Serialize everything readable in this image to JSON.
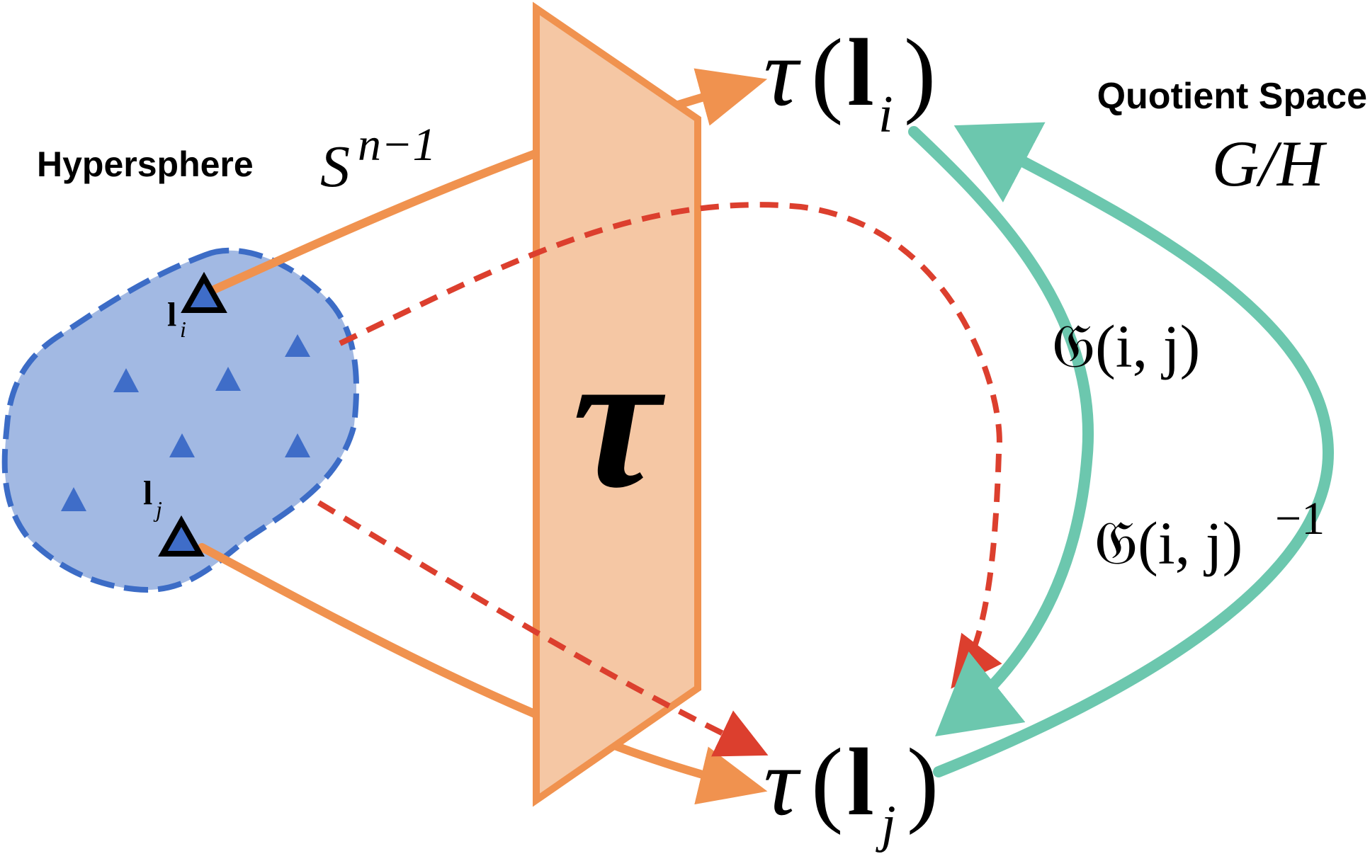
{
  "colors": {
    "blob_fill": "#a2b9e3",
    "blob_border": "#3c6cc6",
    "triangle": "#3f6dc8",
    "orange": "#f0924f",
    "plane_fill": "#f5c7a4",
    "red": "#dc3f2e",
    "teal": "#6cc7ae",
    "text": "#000000"
  },
  "icons": {
    "point": "triangle-outline-icon",
    "scatter": "triangle-filled-icon"
  },
  "hypersphere": {
    "label": "Hypersphere",
    "symbol": "S",
    "superscript": "n−1"
  },
  "points": {
    "li_base": "l",
    "li_sub": "i",
    "lj_base": "l",
    "lj_sub": "j"
  },
  "tau_map": {
    "symbol": "τ"
  },
  "outputs": {
    "tau_li": {
      "tau": "τ",
      "open": "(",
      "base": "l",
      "sub": "i",
      "close": ")"
    },
    "tau_lj": {
      "tau": "τ",
      "open": "(",
      "base": "l",
      "sub": "j",
      "close": ")"
    }
  },
  "quotient": {
    "label": "Quotient Space",
    "math": "G/H"
  },
  "transforms": {
    "forward": "𝔊(i, j)",
    "inverse_base": "𝔊(i, j)",
    "inverse_sup": "−1"
  }
}
